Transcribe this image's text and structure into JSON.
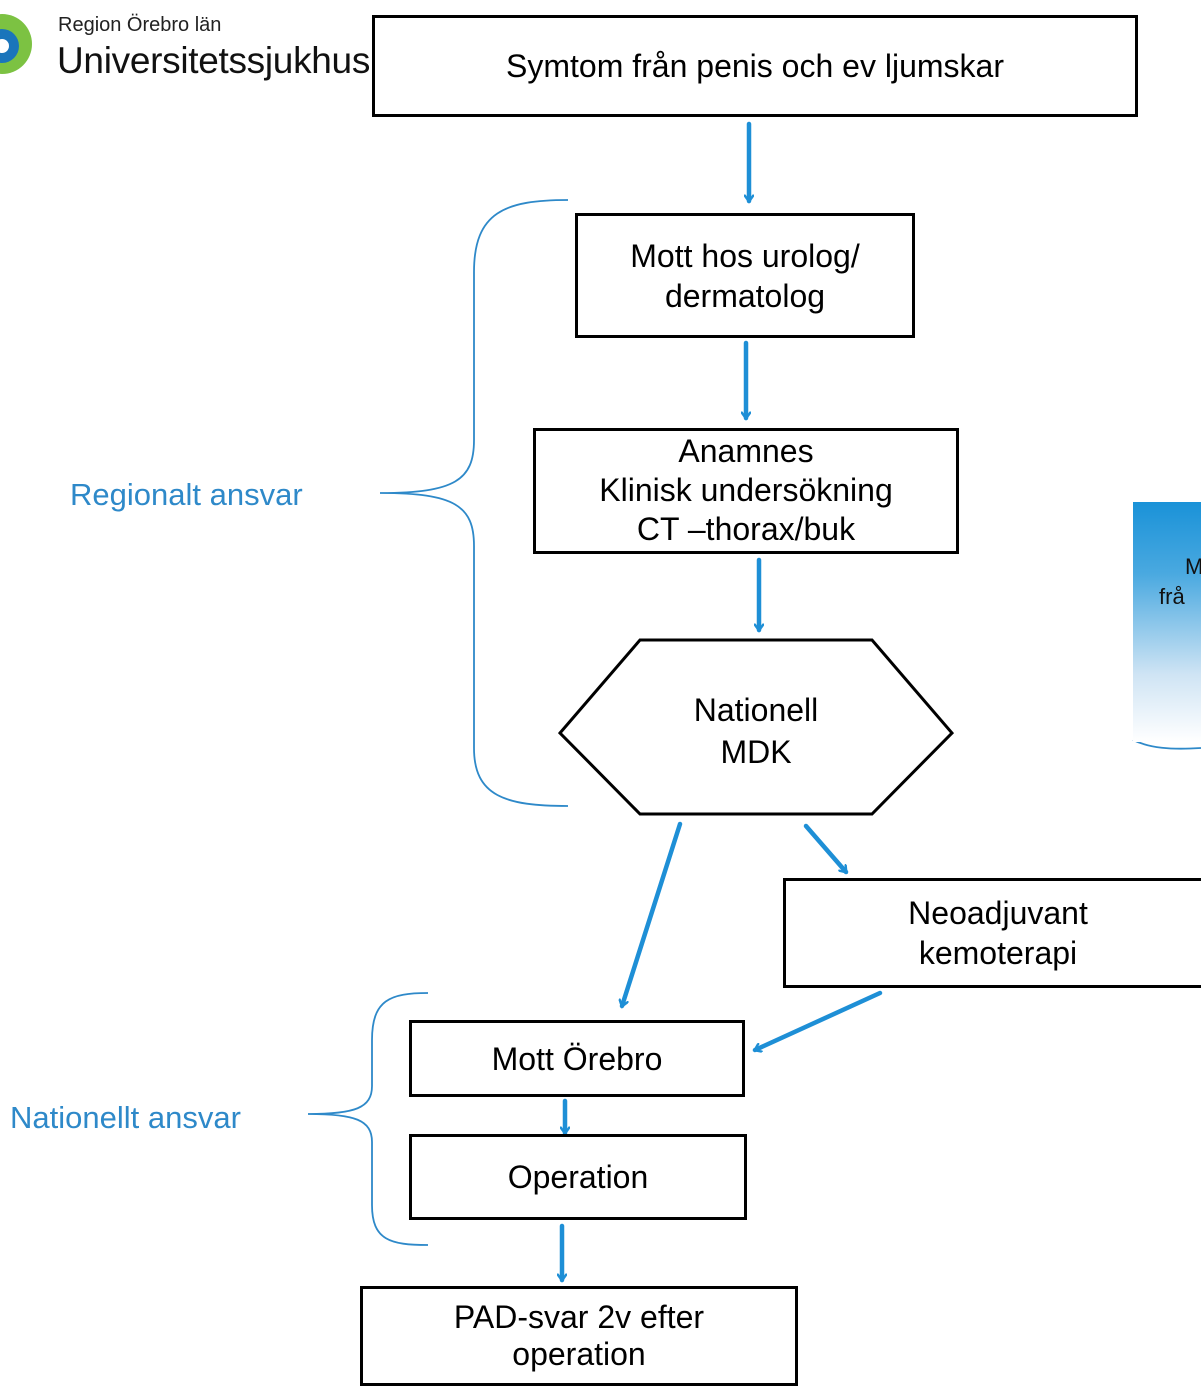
{
  "logo": {
    "line1": "Region Örebro län",
    "line2": "Universitetssjukhus"
  },
  "boxes": {
    "symptom": "Symtom från penis och ev ljumskar",
    "mott_urolog": [
      "Mott hos urolog/",
      "dermatolog"
    ],
    "anamnes": [
      "Anamnes",
      "Klinisk undersökning",
      "CT –thorax/buk"
    ],
    "mdk": [
      "Nationell",
      "MDK"
    ],
    "neoadjuvant": [
      "Neoadjuvant",
      "kemoterapi"
    ],
    "mott_orebro": "Mott Örebro",
    "operation": "Operation",
    "pad": [
      "PAD-svar 2v efter",
      "operation"
    ]
  },
  "brace_labels": {
    "regional": "Regionalt ansvar",
    "national": "Nationellt ansvar"
  },
  "side_note": [
    "M",
    "frå"
  ],
  "colors": {
    "arrow": "#1e8fd6",
    "brace": "#2e89c9",
    "label": "#2e89c9",
    "logo_green": "#7cc242",
    "logo_blue": "#1a75bb"
  }
}
